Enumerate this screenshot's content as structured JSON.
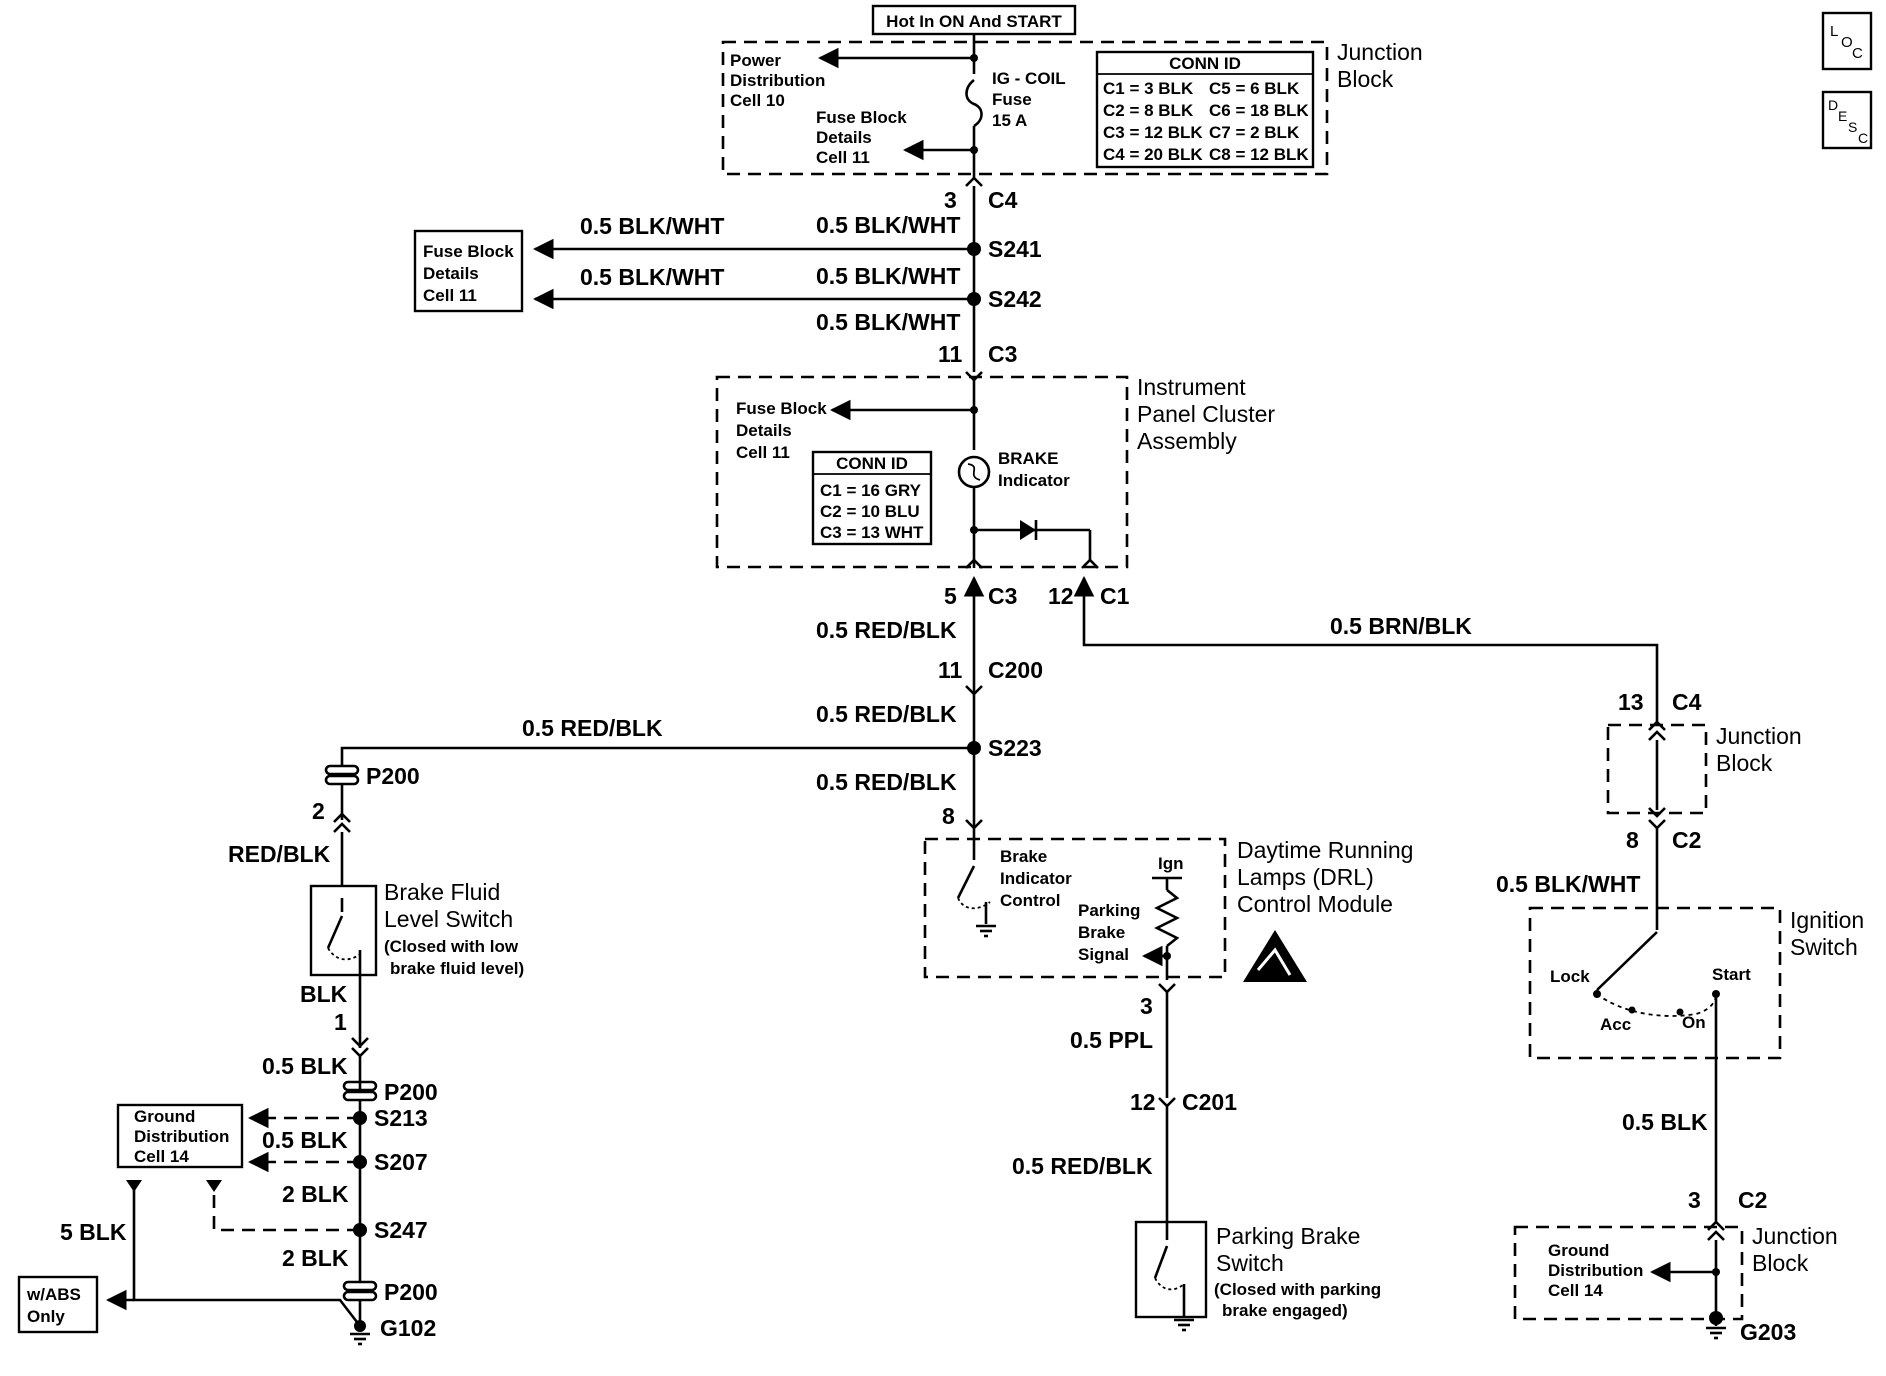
{
  "header": {
    "hot": "Hot In ON And START"
  },
  "side_tabs": {
    "loc": [
      "L",
      "O",
      "C"
    ],
    "desc": [
      "D",
      "E",
      "S",
      "C"
    ]
  },
  "junction_top": {
    "title": [
      "Junction",
      "Block"
    ],
    "power": [
      "Power",
      "Distribution",
      "Cell 10"
    ],
    "fuse": [
      "IG - COIL",
      "Fuse",
      "15 A"
    ],
    "fuse_block": [
      "Fuse Block",
      "Details",
      "Cell 11"
    ],
    "conn_id_title": "CONN ID",
    "conn_rows": [
      [
        "C1 = 3 BLK",
        "C5 = 6 BLK"
      ],
      [
        "C2 = 8 BLK",
        "C6 = 18 BLK"
      ],
      [
        "C3 = 12 BLK",
        "C7 = 2 BLK"
      ],
      [
        "C4 = 20 BLK",
        "C8 = 12 BLK"
      ]
    ],
    "pin": "3",
    "conn": "C4"
  },
  "splices_upper": {
    "wire": "0.5 BLK/WHT",
    "s241": "S241",
    "s242": "S242",
    "fuse_block_box": [
      "Fuse Block",
      "Details",
      "Cell 11"
    ]
  },
  "cluster": {
    "title": [
      "Instrument",
      "Panel Cluster",
      "Assembly"
    ],
    "fuse_block": [
      "Fuse Block",
      "Details",
      "Cell 11"
    ],
    "conn_id_title": "CONN ID",
    "conn_rows": [
      "C1 = 16 GRY",
      "C2 = 10 BLU",
      "C3 = 13 WHT"
    ],
    "brake": [
      "BRAKE",
      "Indicator"
    ],
    "in_pin": "11",
    "in_conn": "C3",
    "out_pin1": "5",
    "out_conn1": "C3",
    "out_pin2": "12",
    "out_conn2": "C1"
  },
  "mid": {
    "red_blk": "0.5 RED/BLK",
    "pin_c200": "11",
    "c200": "C200",
    "s223": "S223",
    "drl_pin": "8",
    "brn_blk": "0.5 BRN/BLK"
  },
  "drl": {
    "title": [
      "Daytime Running",
      "Lamps (DRL)",
      "Control Module"
    ],
    "brake_ctrl": [
      "Brake",
      "Indicator",
      "Control"
    ],
    "ign": "Ign",
    "parking": [
      "Parking",
      "Brake",
      "Signal"
    ],
    "out_pin": "3",
    "ppl": "0.5 PPL",
    "pin_c201": "12",
    "c201": "C201",
    "red_blk": "0.5 RED/BLK"
  },
  "parking_switch": {
    "title": [
      "Parking Brake",
      "Switch"
    ],
    "note": [
      "(Closed with parking",
      "brake engaged)"
    ]
  },
  "left": {
    "p200": "P200",
    "pin2": "2",
    "red_blk": "RED/BLK",
    "switch_title": [
      "Brake Fluid",
      "Level Switch"
    ],
    "switch_note": [
      "(Closed with low",
      "brake fluid level)"
    ],
    "blk": "BLK",
    "pin1": "1",
    "blk05": "0.5 BLK",
    "s213": "S213",
    "s207": "S207",
    "s247": "S247",
    "blk2": "2 BLK",
    "blk5": "5 BLK",
    "g102": "G102",
    "ground_box": [
      "Ground",
      "Distribution",
      "Cell 14"
    ],
    "abs_box": [
      "w/ABS",
      "Only"
    ]
  },
  "right": {
    "pin13": "13",
    "c4": "C4",
    "jb_title": [
      "Junction",
      "Block"
    ],
    "pin8": "8",
    "c2": "C2",
    "blk_wht": "0.5 BLK/WHT",
    "ign_title": [
      "Ignition",
      "Switch"
    ],
    "lock": "Lock",
    "start": "Start",
    "acc": "Acc",
    "on": "On",
    "blk05": "0.5 BLK",
    "pin3": "3",
    "c2b": "C2",
    "jb2_title": [
      "Junction",
      "Block"
    ],
    "ground_box": [
      "Ground",
      "Distribution",
      "Cell 14"
    ],
    "g203": "G203"
  }
}
